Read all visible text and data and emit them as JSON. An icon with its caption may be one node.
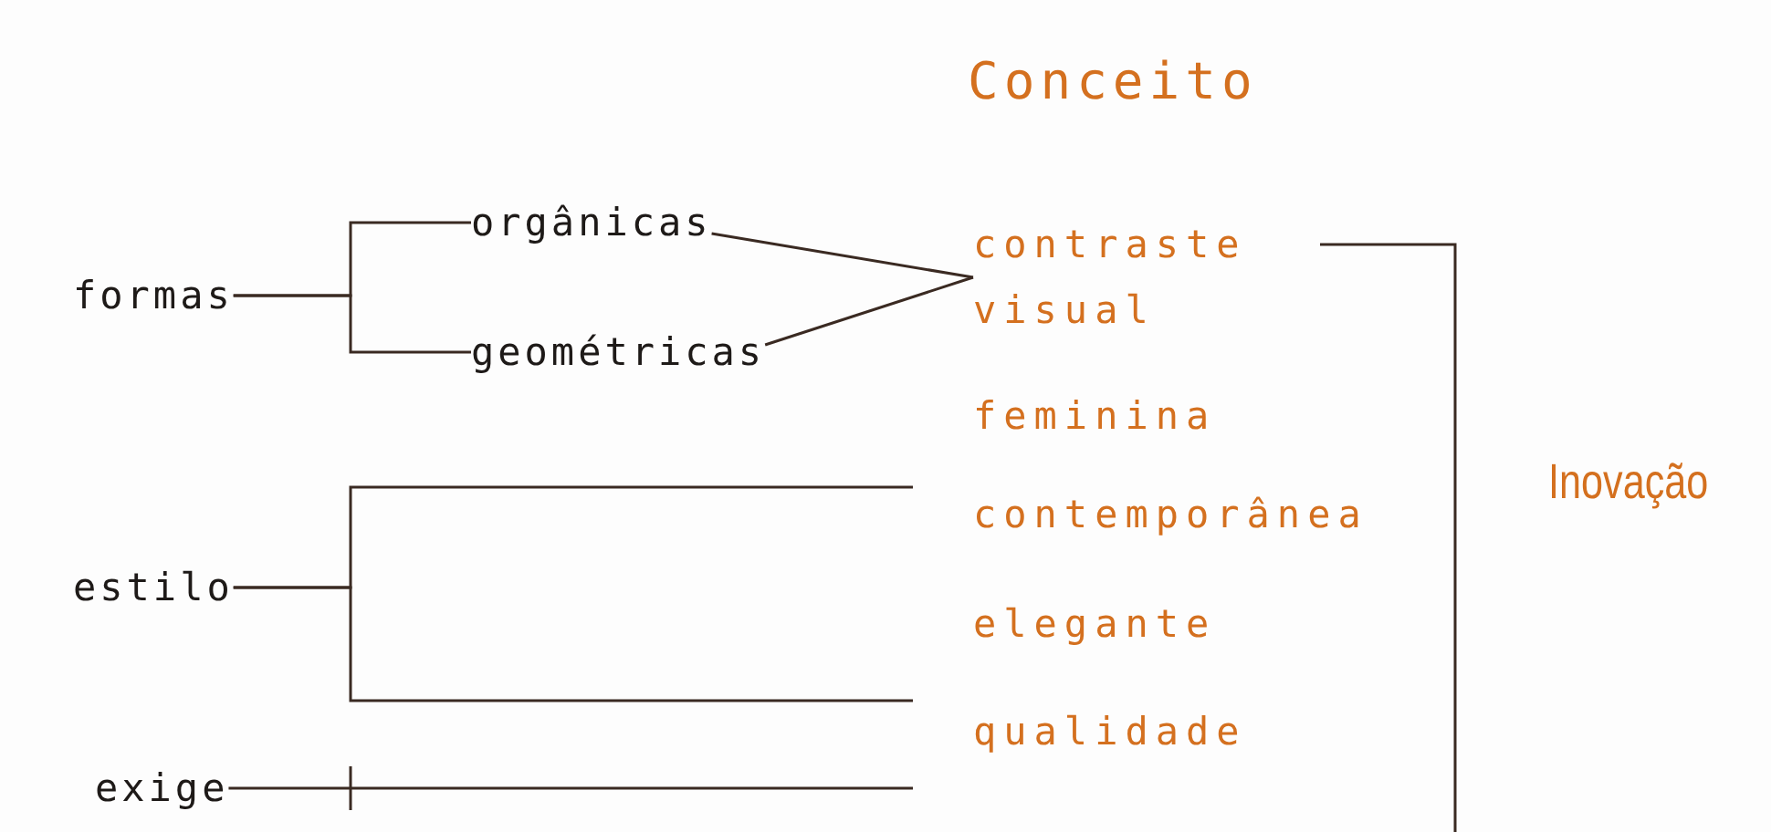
{
  "diagram": {
    "title": "Conceito",
    "nodes": [
      {
        "text": [
          "formas"
        ]
      },
      {
        "text": [
          "orgânicas"
        ]
      },
      {
        "text": [
          "geométricas"
        ]
      },
      {
        "text": [
          "contraste visual"
        ]
      },
      {
        "text": [
          "estilo"
        ]
      },
      {
        "text": [
          "exige"
        ]
      }
    ],
    "edges": [
      {
        "from": 0,
        "to": 1,
        "arrow": "none"
      },
      {
        "from": 0,
        "to": 2,
        "arrow": "none"
      },
      {
        "from": 1,
        "to": 3,
        "arrow": "none"
      },
      {
        "from": 2,
        "to": 3,
        "arrow": "none"
      },
      {
        "from": 3,
        "to": null,
        "arrow": "none"
      },
      {
        "from": 4,
        "to": null,
        "arrow": "none"
      },
      {
        "from": 4,
        "to": null,
        "arrow": "none"
      },
      {
        "from": 5,
        "to": null,
        "arrow": "none"
      }
    ],
    "labels": [
      "feminina",
      "contemporânea",
      "elegante",
      "qualidade",
      "Inovação"
    ]
  }
}
